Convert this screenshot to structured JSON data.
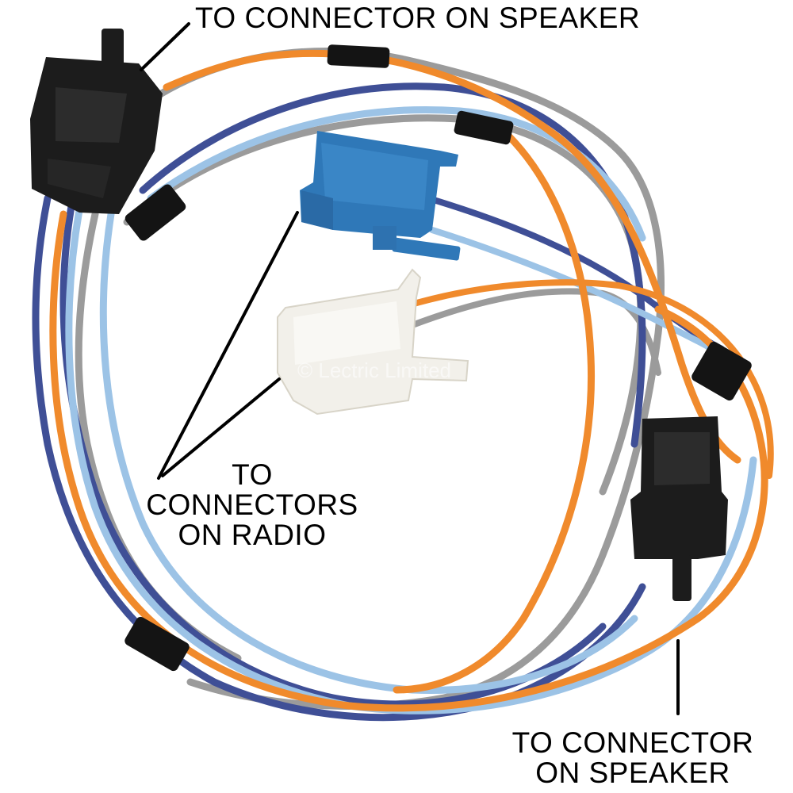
{
  "labels": {
    "top_speaker": [
      "TO CONNECTOR ON SPEAKER"
    ],
    "radio": [
      "TO",
      "CONNECTORS",
      "ON RADIO"
    ],
    "bottom_speaker": [
      "TO CONNECTOR",
      "ON SPEAKER"
    ]
  },
  "watermark": "© Lectric Limited",
  "wire_colors": {
    "orange": "#f08a2c",
    "gray": "#9b9b9b",
    "dark_blue": "#3f4f96",
    "light_blue": "#9cc3e6",
    "tape": "#141414"
  },
  "connector_colors": {
    "speaker_plug": "#1c1c1c",
    "radio_blue": "#2f78b8",
    "radio_white": "#f2f0ea"
  }
}
